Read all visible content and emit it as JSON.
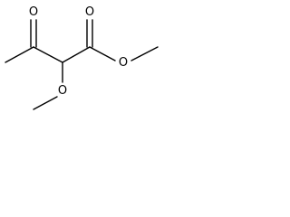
{
  "molecule": {
    "atoms": {
      "ketone_oxygen": "O",
      "ester_carbonyl_oxygen": "O",
      "ester_oxygen": "O",
      "methoxy_oxygen": "O"
    }
  }
}
